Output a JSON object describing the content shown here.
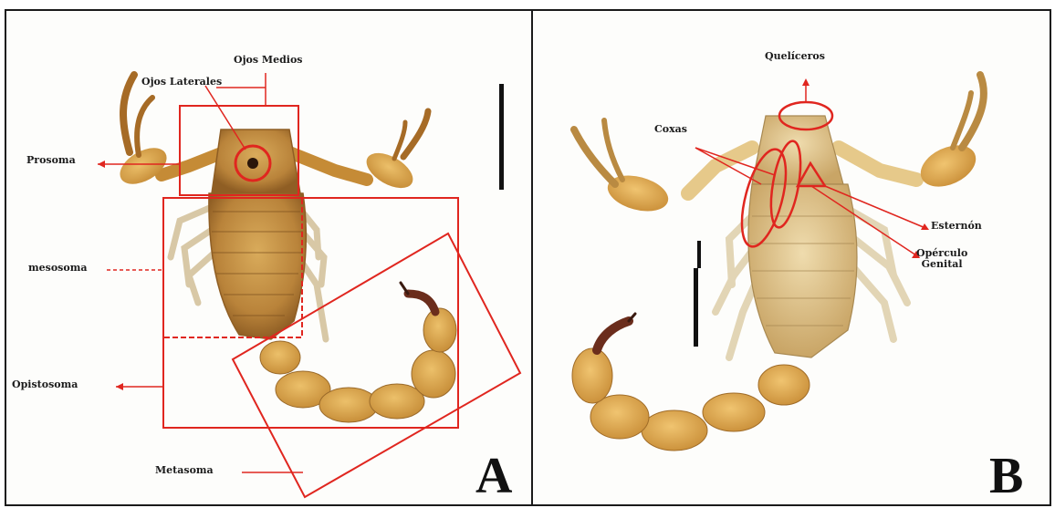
{
  "figure": {
    "panel_a": {
      "letter": "A",
      "labels": {
        "ojos_medios": "Ojos Medios",
        "ojos_laterales": "Ojos Laterales",
        "prosoma": "Prosoma",
        "mesosoma": "mesosoma",
        "opistosoma": "Opistosoma",
        "metasoma": "Metasoma"
      }
    },
    "panel_b": {
      "letter": "B",
      "labels": {
        "queliceros": "Quelíceros",
        "coxas": "Coxas",
        "esternon": "Esternón",
        "operculo_genital": "Opérculo\nGenital"
      }
    },
    "colors": {
      "annotation": "#e0261f",
      "scorpion_body": "#c9963e",
      "scorpion_dark": "#8a5a22",
      "tail_tip": "#6b2d1c",
      "scale_bar": "#111111"
    }
  }
}
